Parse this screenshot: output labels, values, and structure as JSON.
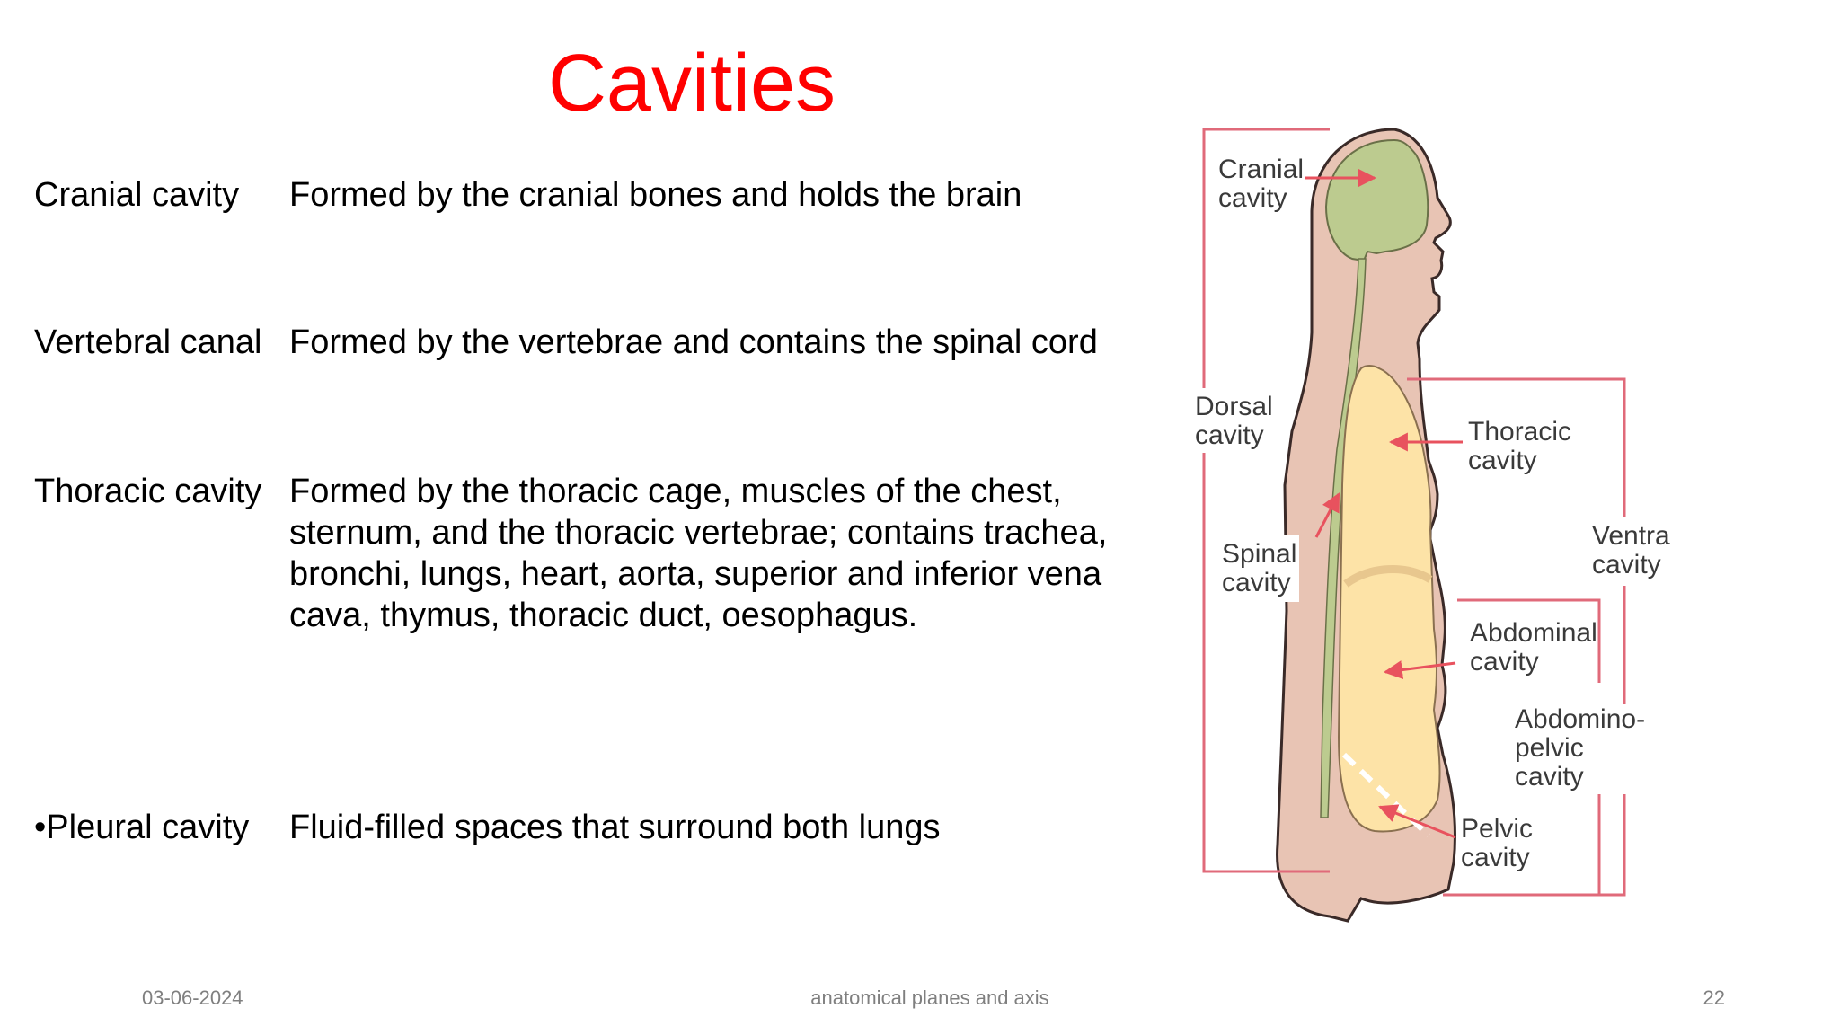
{
  "slide": {
    "title": "Cavities",
    "title_color": "#ff0000"
  },
  "rows": [
    {
      "term": "Cranial cavity",
      "desc": "Formed by the cranial bones and holds the brain"
    },
    {
      "term": "Vertebral canal",
      "desc": "Formed by the vertebrae and contains the spinal cord"
    },
    {
      "term": "Thoracic cavity",
      "desc": "Formed by the thoracic cage, muscles of the chest,\nsternum, and the thoracic vertebrae; contains trachea,\nbronchi, lungs, heart, aorta, superior and inferior vena\ncava, thymus, thoracic duct, oesophagus."
    },
    {
      "term": "•Pleural cavity",
      "desc": "Fluid-filled spaces that surround both lungs"
    }
  ],
  "diagram": {
    "labels": {
      "cranial_1": "Cranial",
      "cranial_2": "cavity",
      "dorsal_1": "Dorsal",
      "dorsal_2": "cavity",
      "spinal_1": "Spinal",
      "spinal_2": "cavity",
      "thoracic_1": "Thoracic",
      "thoracic_2": "cavity",
      "ventral_1": "Ventral",
      "ventral_2": "cavity",
      "abdominal_1": "Abdominal",
      "abdominal_2": "cavity",
      "abdominopelvic_1": "Abdomino-",
      "abdominopelvic_2": "pelvic",
      "abdominopelvic_3": "cavity",
      "pelvic_1": "Pelvic",
      "pelvic_2": "cavity"
    },
    "colors": {
      "body": "#e8c4b4",
      "brain": "#bccb8f",
      "ventral": "#fde3a7",
      "bracket": "#e06a7a",
      "arrow": "#e8525e"
    }
  },
  "footer": {
    "date": "03-06-2024",
    "topic": "anatomical planes and axis",
    "page": "22"
  }
}
